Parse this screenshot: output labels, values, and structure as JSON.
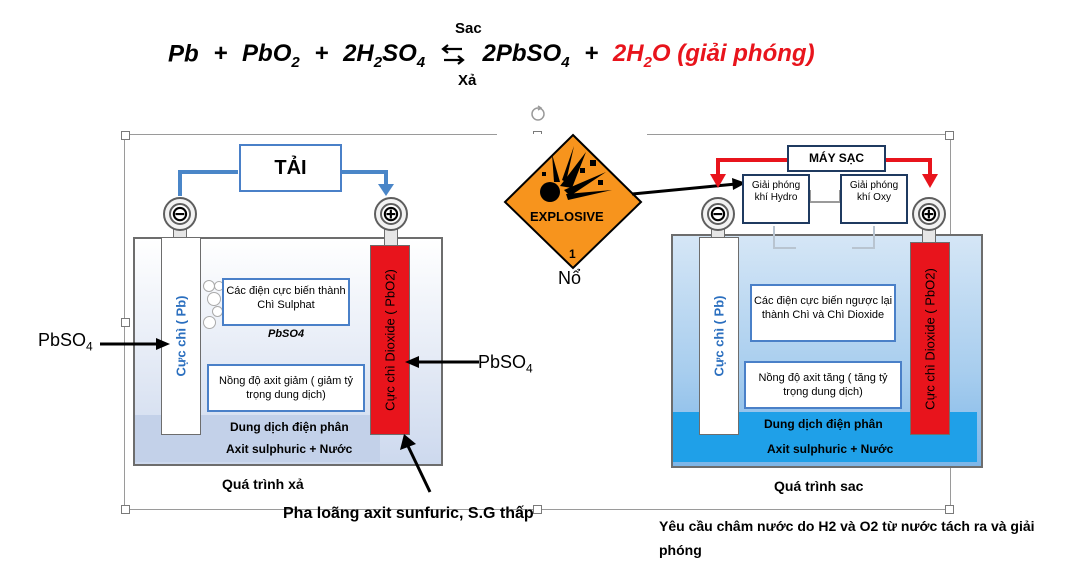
{
  "equation": {
    "reactant_1": "Pb",
    "plus_1": "+",
    "reactant_2_main": "PbO",
    "reactant_2_sub": "2",
    "plus_2": "+",
    "reactant_3_pre": "2H",
    "reactant_3_sub1": "2",
    "reactant_3_mid": "SO",
    "reactant_3_sub2": "4",
    "charge_label": "Sac",
    "discharge_label": "Xả",
    "product_1_pre": "2PbSO",
    "product_1_sub": "4",
    "plus_3": "+",
    "product_2_pre": "2H",
    "product_2_sub": "2",
    "product_2_post": "O (giải phóng)"
  },
  "left": {
    "load_label": "TẢI",
    "neg_symbol": "⊖",
    "pos_symbol": "⊕",
    "neg_electrode": "Cực chì ( Pb)",
    "pos_electrode": "Cực chì Dioxide ( PbO2)",
    "box_sulfate": "Các điện cực biến thành Chì Sulphat",
    "pbso4_small": "PbSO4",
    "box_concentration": "Nồng độ axit giảm ( giảm tỷ trọng dung dịch)",
    "electrolyte": "Dung dịch điện phân",
    "acid": "Axit sulphuric + Nước",
    "process": "Quá trình xả",
    "label_left": "PbSO",
    "label_left_sub": "4",
    "label_right": "PbSO",
    "label_right_sub": "4",
    "dilute_note": "Pha loãng axit sunfuric, S.G thấp"
  },
  "hazard": {
    "sign_text": "EXPLOSIVE",
    "class_number": "1",
    "caption": "Nổ"
  },
  "right": {
    "charger_label": "MÁY SẠC",
    "hydrogen_box": "Giải phóng khí Hydro",
    "oxygen_box": "Giải phóng khí Oxy",
    "neg_symbol": "⊖",
    "pos_symbol": "⊕",
    "neg_electrode": "Cực chì ( Pb)",
    "pos_electrode": "Cực chì Dioxide ( PbO2)",
    "box_conversion": "Các điện cực biến ngược lại thành Chì và Chì Dioxide",
    "box_concentration": "Nồng độ axit tăng ( tăng tỷ trọng dung dịch)",
    "electrolyte": "Dung dịch điện phân",
    "acid": "Axit sulphuric + Nước",
    "process": "Quá trình sac",
    "water_note": "Yêu cầu châm nước do H2 và O2 từ nước tách ra và giải phóng"
  },
  "colors": {
    "arrow_blue": "#4a86c8",
    "arrow_red": "#e8141c",
    "electrode_red": "#e8141c",
    "hazard_orange": "#f7941d",
    "electrolyte_blue": "#1fa0e8"
  }
}
